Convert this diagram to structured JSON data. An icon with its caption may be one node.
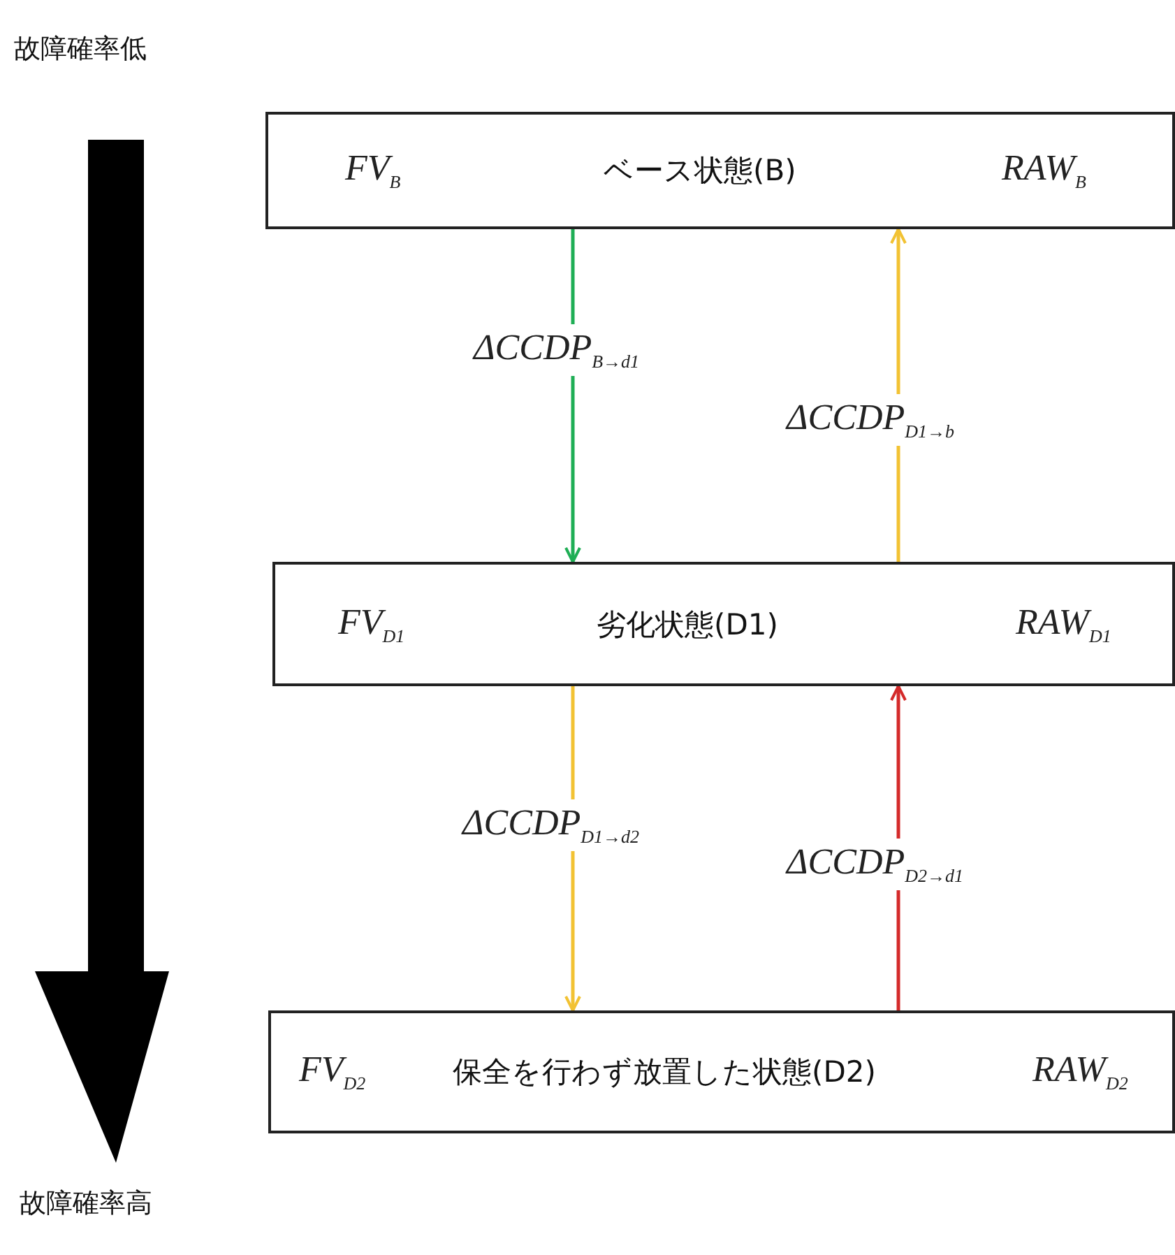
{
  "diagram": {
    "nodes": [
      {
        "text": [
          "FV$_{B}$",
          "ベース状態(B)",
          "RAW$_{B}$"
        ]
      },
      {
        "text": [
          "FV$_{D1}$",
          "劣化状態(D1)",
          "RAW$_{D1}$"
        ]
      },
      {
        "text": [
          "FV$_{D2}$",
          "保全を行わず放置した状態(D2)",
          "RAW$_{D2}$"
        ]
      }
    ],
    "edges": [
      {
        "from": 0,
        "to": 1,
        "arrow": "to",
        "label": "ΔCCDP$_{B→d1}$",
        "color": "#1fae55"
      },
      {
        "from": 1,
        "to": 0,
        "arrow": "to",
        "label": "ΔCCDP$_{D1→b}$",
        "color": "#f2c233"
      },
      {
        "from": 1,
        "to": 2,
        "arrow": "to",
        "label": "ΔCCDP$_{D1→d2}$",
        "color": "#f2c233"
      },
      {
        "from": 2,
        "to": 1,
        "arrow": "to",
        "label": "ΔCCDP$_{D2→d1}$",
        "color": "#d42a2a"
      }
    ],
    "labels": [
      "故障確率低",
      "故障確率高"
    ]
  }
}
